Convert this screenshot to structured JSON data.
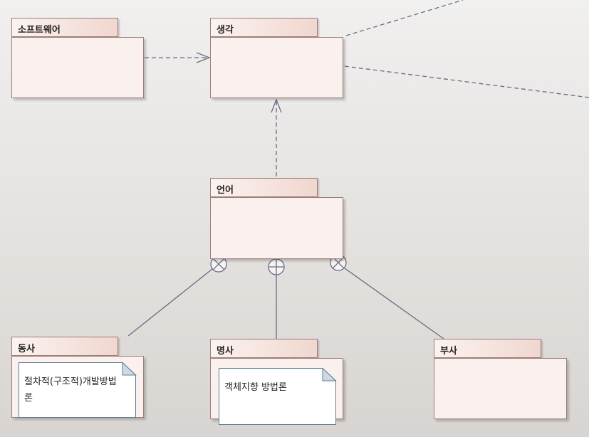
{
  "packages": {
    "software": {
      "name": "소프트웨어"
    },
    "thought": {
      "name": "생각"
    },
    "language": {
      "name": "언어"
    },
    "verb": {
      "name": "동사"
    },
    "noun": {
      "name": "명사"
    },
    "adverb": {
      "name": "부사"
    }
  },
  "notes": {
    "verb_note": {
      "text": "절차적(구조적)개발방법론"
    },
    "noun_note": {
      "text": "객체지향 방법론"
    }
  },
  "colors": {
    "connector": "#676c82",
    "package_border": "#9c7d78",
    "package_fill": "#faf1ee",
    "note_border": "#5f7c8f"
  }
}
